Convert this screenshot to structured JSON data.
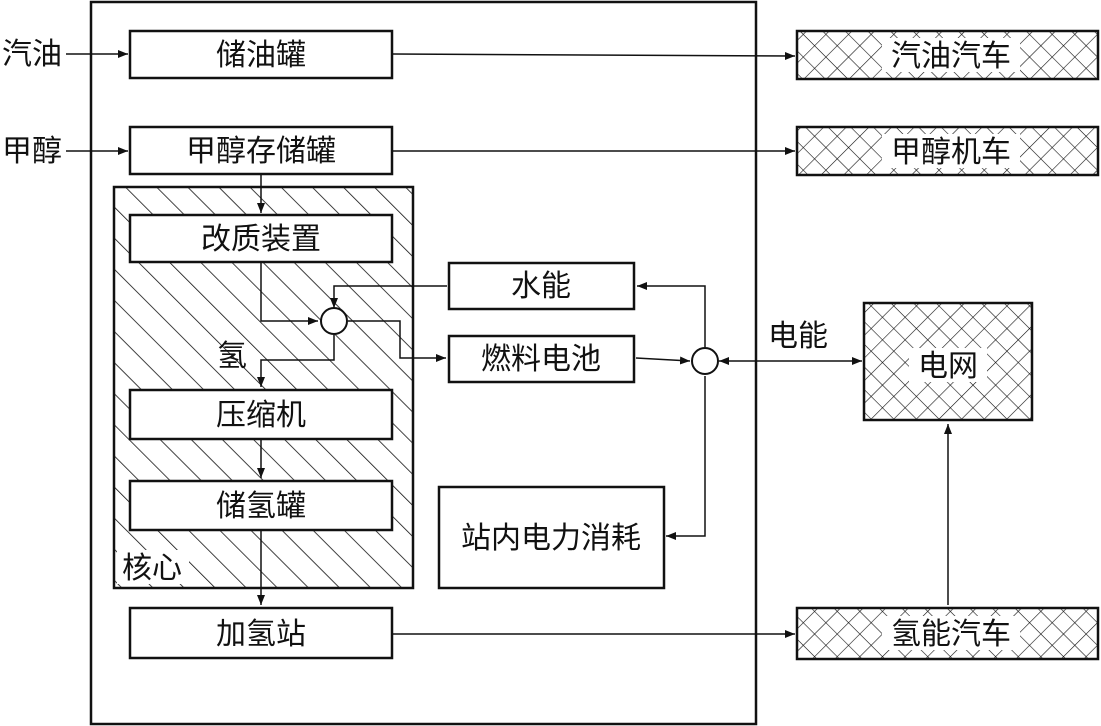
{
  "inputs": {
    "gasoline": "汽油",
    "methanol": "甲醇"
  },
  "station": {
    "gasoline_tank": "储油罐",
    "methanol_tank": "甲醇存储罐",
    "reformer": "改质装置",
    "hydrogen": "氢",
    "compressor": "压缩机",
    "hydrogen_tank": "储氢罐",
    "core": "核心",
    "hydrogen_station": "加氢站",
    "hydro_power": "水能",
    "fuel_cell": "燃料电池",
    "internal_consumption": "站内电力消耗"
  },
  "outputs": {
    "gasoline_car": "汽油汽车",
    "methanol_car": "甲醇机车",
    "grid": "电网",
    "electric_energy": "电能",
    "hydrogen_car": "氢能汽车"
  }
}
